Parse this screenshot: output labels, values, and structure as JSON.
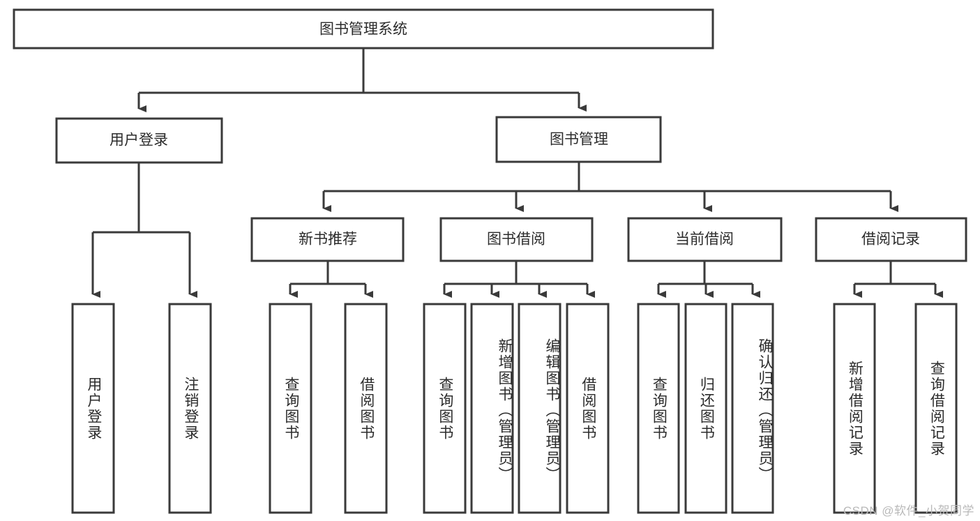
{
  "diagram": {
    "title": "图书管理系统",
    "type": "tree",
    "orientation": "top-down",
    "colors": {
      "stroke": "#3a3a3a",
      "box_fill": "#ffffff",
      "text": "#2b2b2b",
      "background": "#ffffff",
      "watermark": "#b9b9b9"
    },
    "root": {
      "id": "root",
      "label": "图书管理系统",
      "text_direction": "horizontal"
    },
    "level2": [
      {
        "id": "user-login",
        "label": "用户登录",
        "text_direction": "horizontal"
      },
      {
        "id": "book-manage",
        "label": "图书管理",
        "text_direction": "horizontal"
      }
    ],
    "level3": [
      {
        "id": "new-book-recommend",
        "label": "新书推荐",
        "parent": "book-manage",
        "text_direction": "horizontal"
      },
      {
        "id": "book-borrow",
        "label": "图书借阅",
        "parent": "book-manage",
        "text_direction": "horizontal"
      },
      {
        "id": "current-borrow",
        "label": "当前借阅",
        "parent": "book-manage",
        "text_direction": "horizontal"
      },
      {
        "id": "borrow-record",
        "label": "借阅记录",
        "parent": "book-manage",
        "text_direction": "horizontal"
      }
    ],
    "leaves": [
      {
        "id": "leaf-user-login",
        "label": "用户登录",
        "parent": "user-login",
        "text_direction": "vertical"
      },
      {
        "id": "leaf-user-logout",
        "label": "注销登录",
        "parent": "user-login",
        "text_direction": "vertical"
      },
      {
        "id": "leaf-query-book-rec",
        "label": "查询图书",
        "parent": "new-book-recommend",
        "text_direction": "vertical"
      },
      {
        "id": "leaf-borrow-book-rec",
        "label": "借阅图书",
        "parent": "new-book-recommend",
        "text_direction": "vertical"
      },
      {
        "id": "leaf-query-book-borrow",
        "label": "查询图书",
        "parent": "book-borrow",
        "text_direction": "vertical"
      },
      {
        "id": "leaf-add-book-admin",
        "label": "新增图书（管理员）",
        "parent": "book-borrow",
        "text_direction": "vertical"
      },
      {
        "id": "leaf-edit-book-admin",
        "label": "编辑图书（管理员）",
        "parent": "book-borrow",
        "text_direction": "vertical"
      },
      {
        "id": "leaf-borrow-book",
        "label": "借阅图书",
        "parent": "book-borrow",
        "text_direction": "vertical"
      },
      {
        "id": "leaf-query-book-current",
        "label": "查询图书",
        "parent": "current-borrow",
        "text_direction": "vertical"
      },
      {
        "id": "leaf-return-book",
        "label": "归还图书",
        "parent": "current-borrow",
        "text_direction": "vertical"
      },
      {
        "id": "leaf-confirm-return-admin",
        "label": "确认归还（管理员）",
        "parent": "current-borrow",
        "text_direction": "vertical"
      },
      {
        "id": "leaf-add-borrow-record",
        "label": "新增借阅记录",
        "parent": "borrow-record",
        "text_direction": "vertical"
      },
      {
        "id": "leaf-query-borrow-record",
        "label": "查询借阅记录",
        "parent": "borrow-record",
        "text_direction": "vertical"
      }
    ]
  },
  "watermark": {
    "text": "CSDN @软件_小贺同学"
  }
}
